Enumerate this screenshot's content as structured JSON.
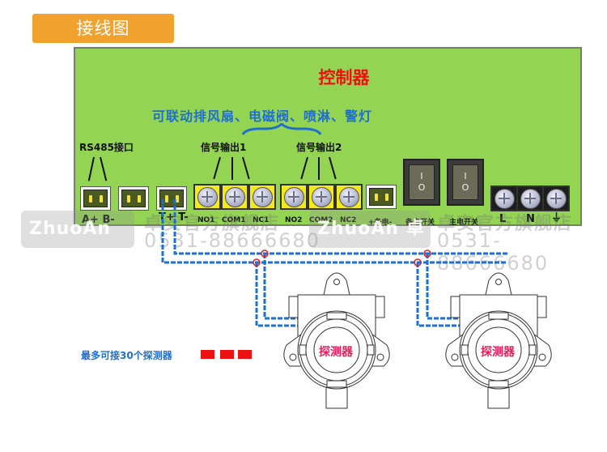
{
  "header": {
    "title": "接线图"
  },
  "controller": {
    "title": "控制器",
    "linkage_note": "可联动排风扇、电磁阀、喷淋、警灯",
    "group_labels": {
      "rs485": "RS485接口",
      "signal_out_1": "信号输出1",
      "signal_out_2": "信号输出2"
    },
    "terminals": {
      "rs485": "A+ B-",
      "signal": "T+ T-",
      "no1": "NO1",
      "com1": "COM1",
      "nc1": "NC1",
      "no2": "NO2",
      "com2": "COM2",
      "nc2": "NC2",
      "backup_power": "+备电-",
      "backup_switch": "备电开关",
      "main_switch": "主电开关",
      "l": "L",
      "n": "N",
      "ground": "⏚"
    },
    "switch_glyphs": {
      "on": "I",
      "off": "O"
    }
  },
  "detectors": [
    {
      "label": "探测器"
    },
    {
      "label": "探测器"
    }
  ],
  "note": {
    "text": "最多可接30个探测器"
  },
  "watermark": {
    "brand": "ZhuoAn 卓安",
    "store": "卓安官方旗舰店",
    "phone": "0531-88666680"
  },
  "colors": {
    "tab": "#f0a12e",
    "panel": "#93d452",
    "title_red": "#ee1111",
    "link_blue": "#1e6fd0",
    "wire_blue": "#1a6fd8",
    "detector_label": "#e61e5a"
  }
}
